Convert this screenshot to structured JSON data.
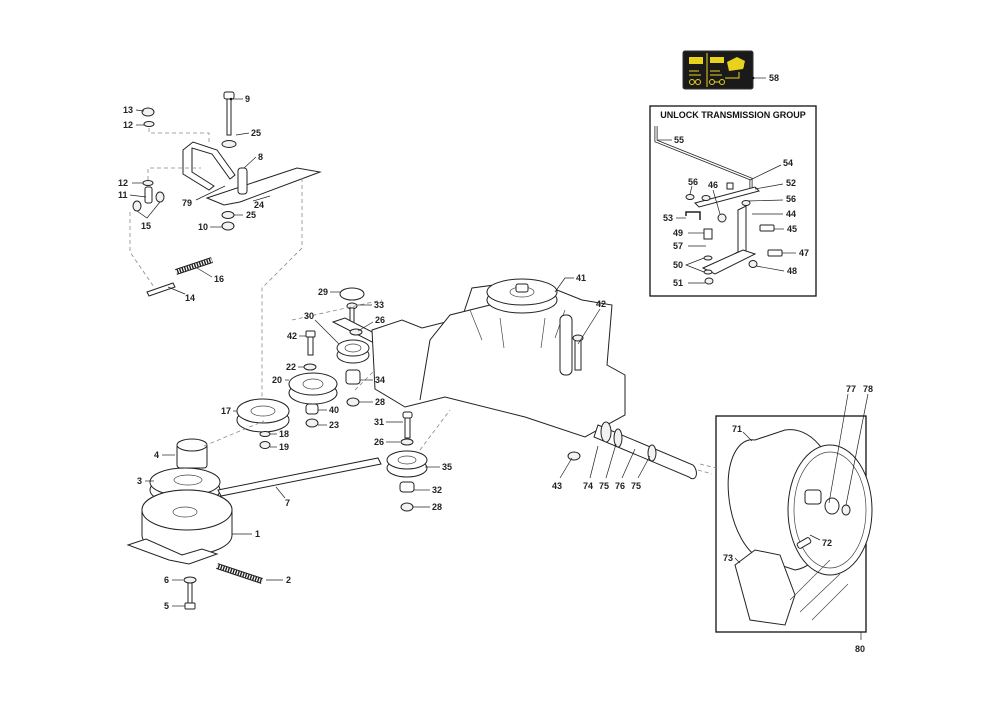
{
  "diagram": {
    "type": "exploded-parts-diagram",
    "subject": "Transmission and drive assembly",
    "inset_transmission": {
      "title": "UNLOCK TRANSMISSION GROUP",
      "labels": [
        "55",
        "54",
        "56",
        "46",
        "52",
        "56",
        "53",
        "44",
        "49",
        "45",
        "57",
        "47",
        "50",
        "48",
        "51"
      ]
    },
    "inset_wheel": {
      "labels": [
        "77",
        "78",
        "71",
        "72",
        "73",
        "80"
      ]
    },
    "decal": {
      "label": "58",
      "bg_color": "#1a1a1a",
      "fg_color": "#e8d21c"
    },
    "labels": {
      "l9": "9",
      "l13": "13",
      "l12a": "12",
      "l25a": "25",
      "l8": "8",
      "l12b": "12",
      "l11": "11",
      "l79": "79",
      "l24": "24",
      "l15": "15",
      "l25b": "25",
      "l10": "10",
      "l16": "16",
      "l14": "14",
      "l29": "29",
      "l33": "33",
      "l30": "30",
      "l26a": "26",
      "l42a": "42",
      "l22": "22",
      "l34": "34",
      "l20": "20",
      "l28a": "28",
      "l17": "17",
      "l40": "40",
      "l23": "23",
      "l18": "18",
      "l19": "19",
      "l31": "31",
      "l26b": "26",
      "l35": "35",
      "l32": "32",
      "l28b": "28",
      "l41": "41",
      "l42b": "42",
      "l43": "43",
      "l74": "74",
      "l75a": "75",
      "l76": "76",
      "l75b": "75",
      "l4": "4",
      "l3": "3",
      "l7": "7",
      "l1": "1",
      "l2": "2",
      "l6": "6",
      "l5": "5"
    }
  }
}
